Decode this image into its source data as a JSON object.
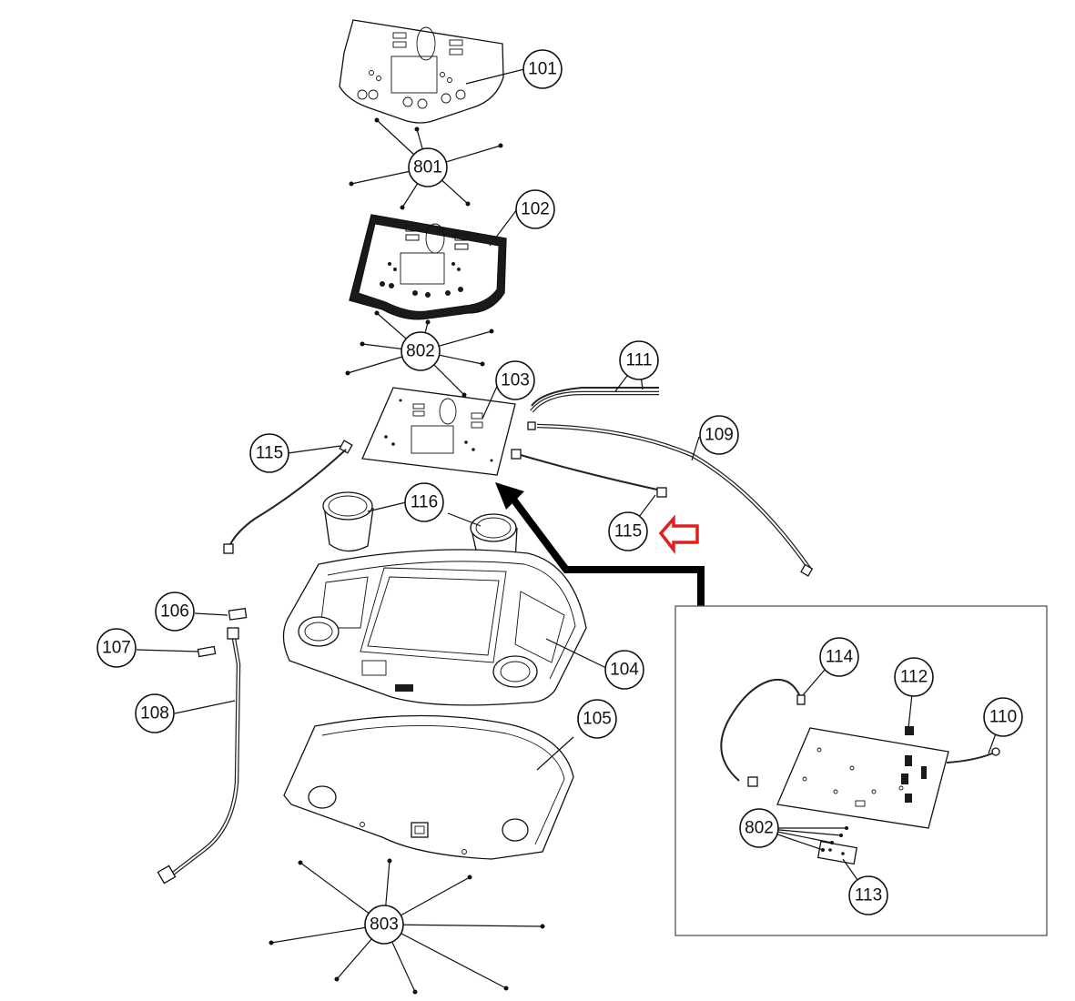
{
  "diagram": {
    "callouts": [
      {
        "id": "101",
        "label": "101"
      },
      {
        "id": "801",
        "label": "801"
      },
      {
        "id": "102",
        "label": "102"
      },
      {
        "id": "802",
        "label": "802"
      },
      {
        "id": "103",
        "label": "103"
      },
      {
        "id": "111",
        "label": "111"
      },
      {
        "id": "109",
        "label": "109"
      },
      {
        "id": "115a",
        "label": "115"
      },
      {
        "id": "115b",
        "label": "115"
      },
      {
        "id": "116",
        "label": "116"
      },
      {
        "id": "106",
        "label": "106"
      },
      {
        "id": "107",
        "label": "107"
      },
      {
        "id": "108",
        "label": "108"
      },
      {
        "id": "104",
        "label": "104"
      },
      {
        "id": "105",
        "label": "105"
      },
      {
        "id": "803",
        "label": "803"
      },
      {
        "id": "114",
        "label": "114"
      },
      {
        "id": "112",
        "label": "112"
      },
      {
        "id": "110",
        "label": "110"
      },
      {
        "id": "802b",
        "label": "802"
      },
      {
        "id": "113",
        "label": "113"
      }
    ],
    "highlight_arrow_color": "#e02020",
    "pointer_arrow_color": "#000000"
  }
}
